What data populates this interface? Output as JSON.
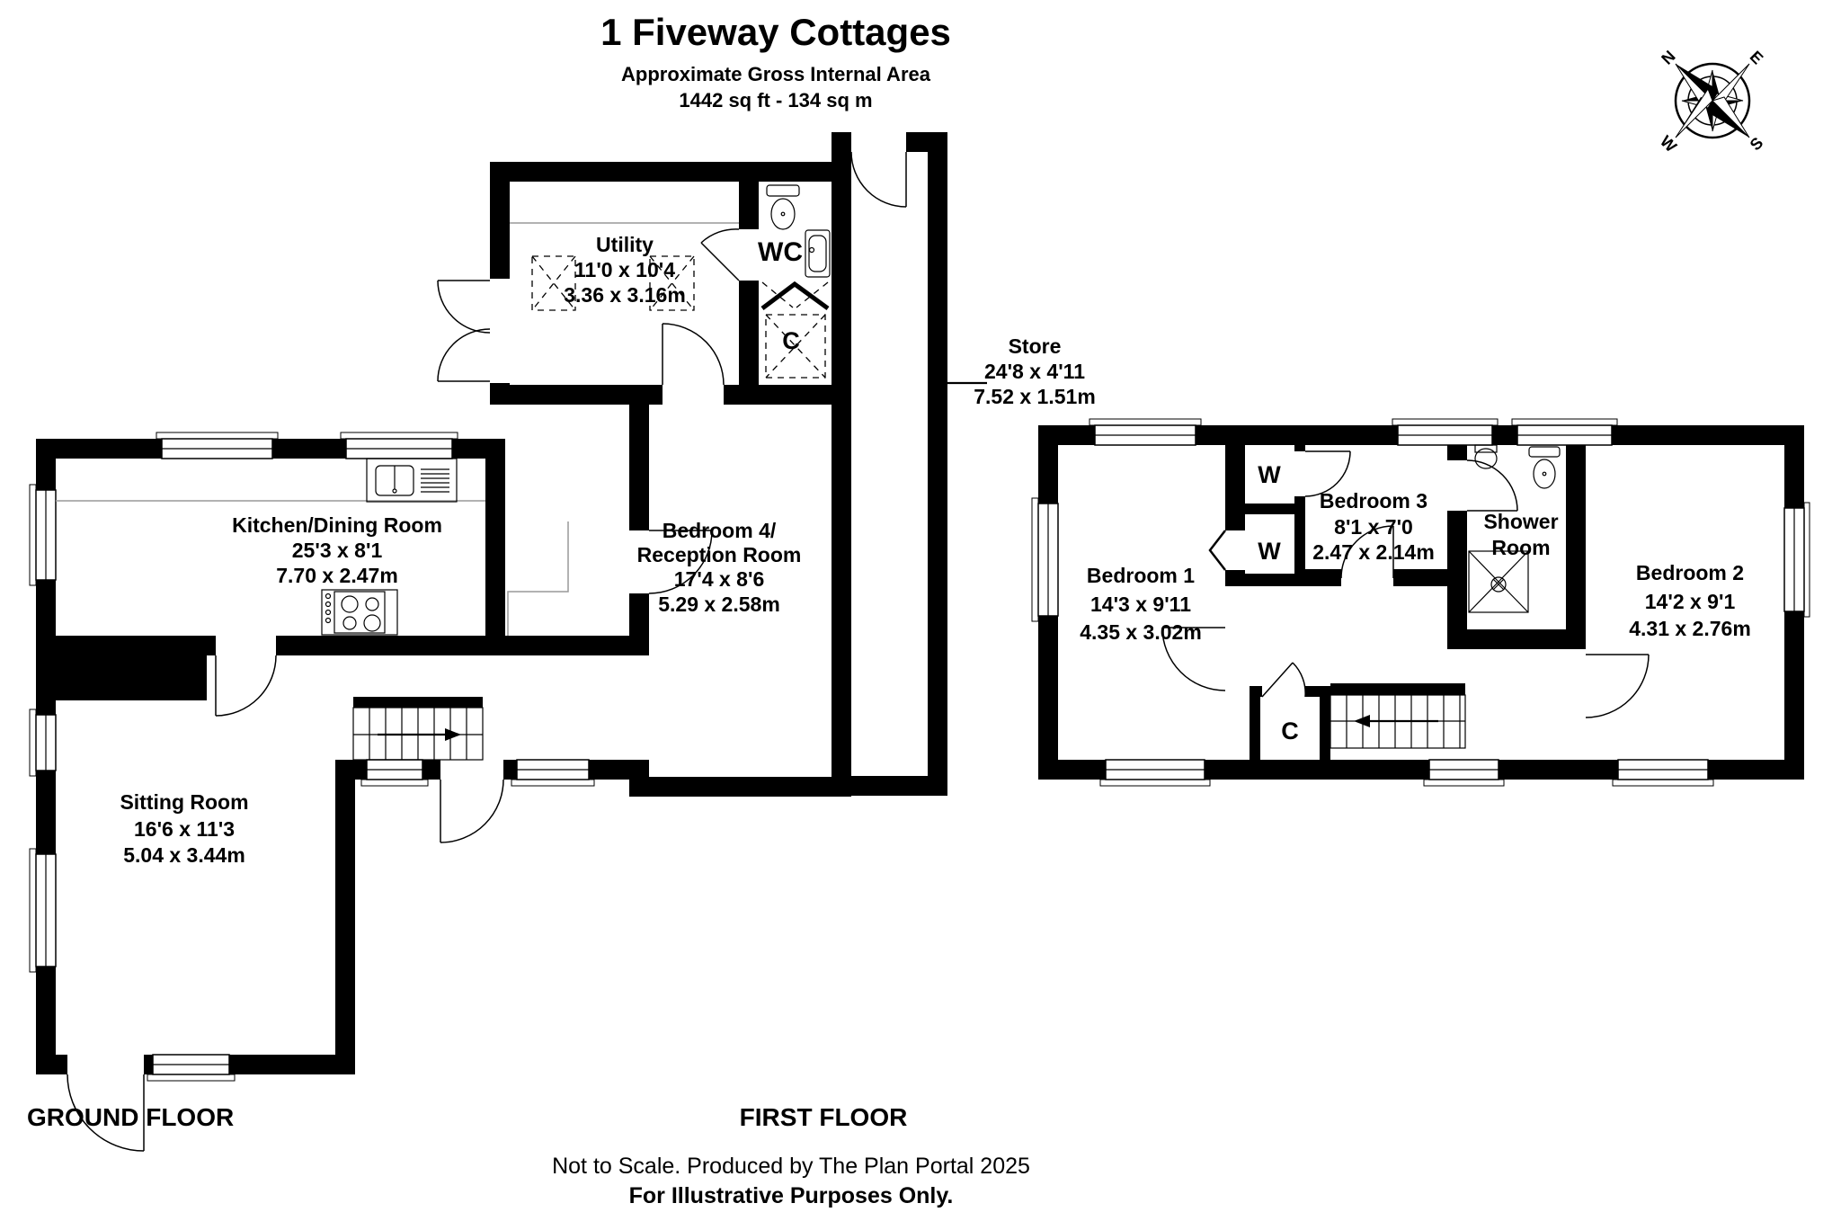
{
  "header": {
    "title": "1 Fiveway Cottages",
    "subtitle": "Approximate Gross Internal Area",
    "area": "1442 sq ft - 134 sq m"
  },
  "compass": {
    "n": "N",
    "e": "E",
    "s": "S",
    "w": "W"
  },
  "ground": {
    "caption": "GROUND FLOOR",
    "utility": {
      "name": "Utility",
      "imperial": "11'0 x 10'4",
      "metric": "3.36 x 3.16m"
    },
    "wc": {
      "name": "WC"
    },
    "closet": {
      "name": "C"
    },
    "store": {
      "name": "Store",
      "imperial": "24'8 x 4'11",
      "metric": "7.52 x 1.51m"
    },
    "kitchen": {
      "name": "Kitchen/Dining Room",
      "imperial": "25'3 x 8'1",
      "metric": "7.70 x 2.47m"
    },
    "bedroom4": {
      "name1": "Bedroom 4/",
      "name2": "Reception Room",
      "imperial": "17'4 x 8'6",
      "metric": "5.29 x 2.58m"
    },
    "sitting": {
      "name": "Sitting Room",
      "imperial": "16'6 x 11'3",
      "metric": "5.04 x 3.44m"
    }
  },
  "first": {
    "caption": "FIRST FLOOR",
    "bedroom1": {
      "name": "Bedroom 1",
      "imperial": "14'3 x 9'11",
      "metric": "4.35 x 3.02m"
    },
    "bedroom3": {
      "name": "Bedroom 3",
      "imperial": "8'1 x 7'0",
      "metric": "2.47 x 2.14m"
    },
    "shower": {
      "name1": "Shower",
      "name2": "Room"
    },
    "bedroom2": {
      "name": "Bedroom 2",
      "imperial": "14'2 x 9'1",
      "metric": "4.31 x 2.76m"
    },
    "wardrobe1": {
      "name": "W"
    },
    "wardrobe2": {
      "name": "W"
    },
    "closet": {
      "name": "C"
    }
  },
  "footer": {
    "line1": "Not to Scale. Produced by The Plan Portal 2025",
    "line2": "For Illustrative Purposes Only."
  },
  "colors": {
    "wall": "#000000",
    "background": "#ffffff"
  }
}
